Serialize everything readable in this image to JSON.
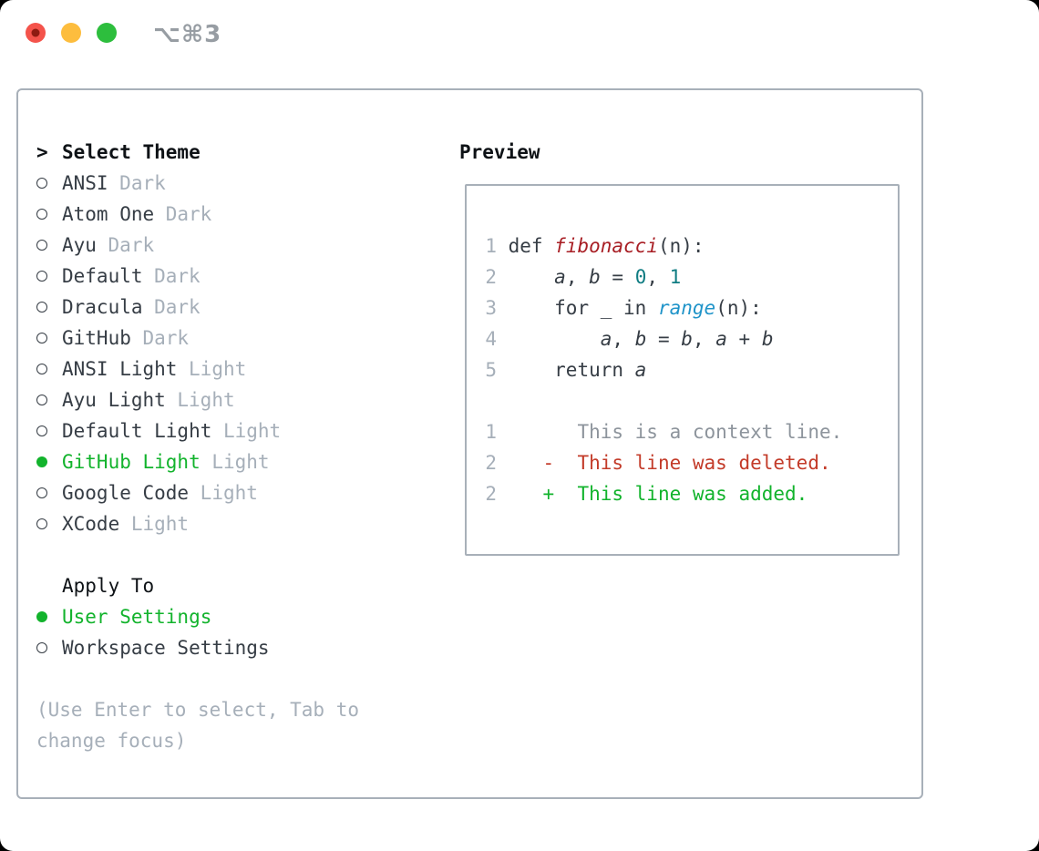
{
  "titlebar": {
    "title": "⌥⌘3"
  },
  "traffic_lights": [
    {
      "name": "close-button",
      "color": "#f4534b",
      "dot": "#8e1b11"
    },
    {
      "name": "minimize-button",
      "color": "#fdbd3e"
    },
    {
      "name": "zoom-button",
      "color": "#2dbe3d"
    }
  ],
  "theme_picker": {
    "header_marker": ">",
    "header_label": "Select Theme",
    "themes": [
      {
        "name": "ANSI",
        "variant": "Dark",
        "selected": false
      },
      {
        "name": "Atom One",
        "variant": "Dark",
        "selected": false
      },
      {
        "name": "Ayu",
        "variant": "Dark",
        "selected": false
      },
      {
        "name": "Default",
        "variant": "Dark",
        "selected": false
      },
      {
        "name": "Dracula",
        "variant": "Dark",
        "selected": false
      },
      {
        "name": "GitHub",
        "variant": "Dark",
        "selected": false
      },
      {
        "name": "ANSI Light",
        "variant": "Light",
        "selected": false
      },
      {
        "name": "Ayu Light",
        "variant": "Light",
        "selected": false
      },
      {
        "name": "Default Light",
        "variant": "Light",
        "selected": false
      },
      {
        "name": "GitHub Light",
        "variant": "Light",
        "selected": true
      },
      {
        "name": "Google Code",
        "variant": "Light",
        "selected": false
      },
      {
        "name": "XCode",
        "variant": "Light",
        "selected": false
      }
    ],
    "apply_to": {
      "label": "Apply To",
      "options": [
        {
          "name": "User Settings",
          "selected": true
        },
        {
          "name": "Workspace Settings",
          "selected": false
        }
      ]
    },
    "hint": "(Use Enter to select, Tab to change focus)"
  },
  "preview": {
    "label": "Preview",
    "code_lines": [
      {
        "num": "1",
        "tokens": [
          {
            "t": "def ",
            "c": "code"
          },
          {
            "t": "fibonacci",
            "c": "func"
          },
          {
            "t": "(n):",
            "c": "code"
          }
        ]
      },
      {
        "num": "2",
        "tokens": [
          {
            "t": "    ",
            "c": "code"
          },
          {
            "t": "a",
            "c": "var"
          },
          {
            "t": ", ",
            "c": "code"
          },
          {
            "t": "b",
            "c": "var"
          },
          {
            "t": " = ",
            "c": "code"
          },
          {
            "t": "0",
            "c": "num"
          },
          {
            "t": ", ",
            "c": "code"
          },
          {
            "t": "1",
            "c": "num"
          }
        ]
      },
      {
        "num": "3",
        "tokens": [
          {
            "t": "    for _ in ",
            "c": "code"
          },
          {
            "t": "range",
            "c": "builtin"
          },
          {
            "t": "(n):",
            "c": "code"
          }
        ]
      },
      {
        "num": "4",
        "tokens": [
          {
            "t": "        ",
            "c": "code"
          },
          {
            "t": "a",
            "c": "var"
          },
          {
            "t": ", ",
            "c": "code"
          },
          {
            "t": "b",
            "c": "var"
          },
          {
            "t": " = ",
            "c": "code"
          },
          {
            "t": "b",
            "c": "var"
          },
          {
            "t": ", ",
            "c": "code"
          },
          {
            "t": "a",
            "c": "var"
          },
          {
            "t": " + ",
            "c": "code"
          },
          {
            "t": "b",
            "c": "var"
          }
        ]
      },
      {
        "num": "5",
        "tokens": [
          {
            "t": "    return ",
            "c": "code"
          },
          {
            "t": "a",
            "c": "var"
          }
        ]
      }
    ],
    "diff_lines": [
      {
        "num": "1",
        "tokens": [
          {
            "t": "      This is a context line.",
            "c": "context"
          }
        ]
      },
      {
        "num": "2",
        "tokens": [
          {
            "t": "   -  This line was deleted.",
            "c": "deleted"
          }
        ]
      },
      {
        "num": "2",
        "tokens": [
          {
            "t": "   +  This line was added.",
            "c": "added"
          }
        ]
      }
    ]
  },
  "colors": {
    "border_gray": "#a8b0b9",
    "text": "#363d45",
    "header": "#0e1216",
    "muted": "#a6afb9",
    "context": "#8d949c",
    "green": "#12b32c",
    "red": "#c33b29",
    "func": "#a81e24",
    "teal": "#0f7c82",
    "blue": "#2094c9",
    "titlebar_text": "#979da3"
  }
}
